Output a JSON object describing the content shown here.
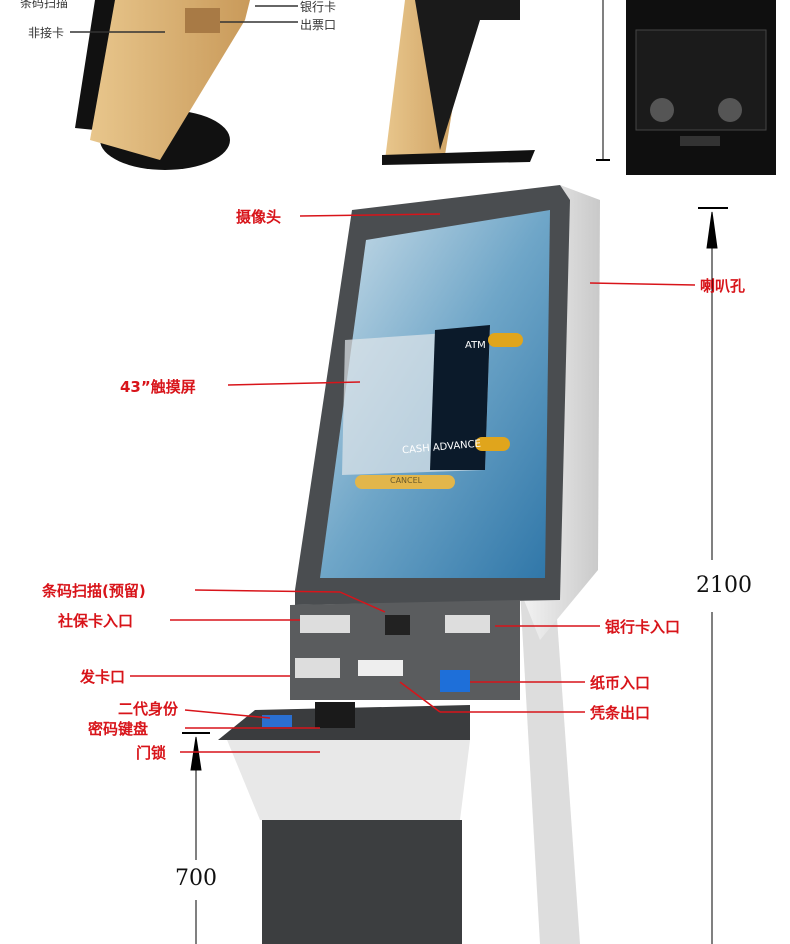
{
  "top_labels": {
    "barcode_scan": "条码扫描",
    "contactless_card": "非接卡",
    "bank_card": "银行卡",
    "ticket_outlet": "出票口"
  },
  "callouts": {
    "camera": "摄像头",
    "speaker": "喇叭孔",
    "touch_screen": "43”触摸屏",
    "barcode_reserved": "条码扫描(预留)",
    "social_card_slot": "社保卡入口",
    "bank_card_slot": "银行卡入口",
    "card_issuer": "发卡口",
    "cash_slot": "纸币入口",
    "id_card": "二代身份",
    "pin_pad": "密码键盘",
    "receipt_outlet": "凭条出口",
    "door_lock": "门锁"
  },
  "screen": {
    "atm": "ATM",
    "cash_advance": "CASH ADVANCE",
    "cancel": "CANCEL"
  },
  "dimensions": {
    "total_height": "2100",
    "desk_height": "700"
  },
  "colors": {
    "callout": "#d8141a",
    "gold": "#d9b57a",
    "frame": "#4a4d50"
  }
}
